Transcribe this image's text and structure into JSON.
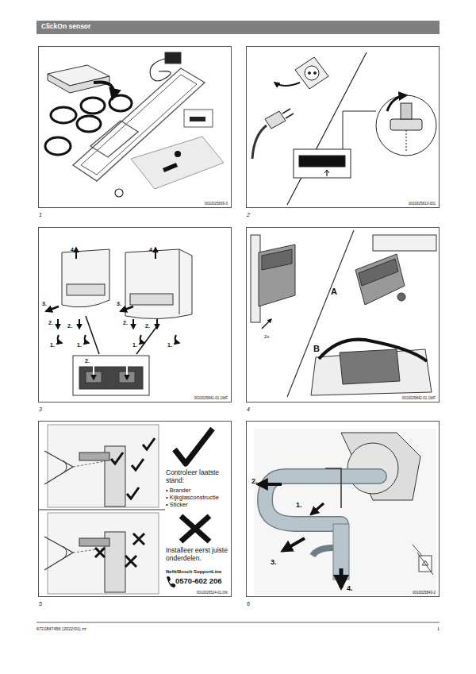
{
  "diagram": {
    "title": "ClickOn sensor",
    "nodes": [
      {
        "text": [
          "0010025839-3",
          "1"
        ]
      },
      {
        "text": [
          "0010025813-001",
          "2"
        ]
      },
      {
        "text": [
          "4.",
          "4.",
          "3.",
          "3.",
          "2.",
          "2.",
          "2.",
          "2.",
          "1.",
          "1.",
          "1.",
          "1.",
          "2.",
          "0010025841-01.1WF",
          "3"
        ]
      },
      {
        "text": [
          "2x",
          "A",
          "B",
          "0010025842-01.1WF",
          "4"
        ]
      },
      {
        "text": [
          "Controleer laatste stand:",
          "• Brander",
          "• Kijkglasconstructie",
          "• Sticker",
          "Installeer eerst juiste onderdelen.",
          "Nefit/Bosch SupportLine",
          "0570-602 206",
          "0010026524-01.0%",
          "5"
        ]
      },
      {
        "text": [
          "2.",
          "1.",
          "3.",
          "4.",
          "0010025843-2",
          "6"
        ]
      }
    ],
    "labels": [
      "6721847456 (2022/01) zz",
      "1"
    ]
  }
}
